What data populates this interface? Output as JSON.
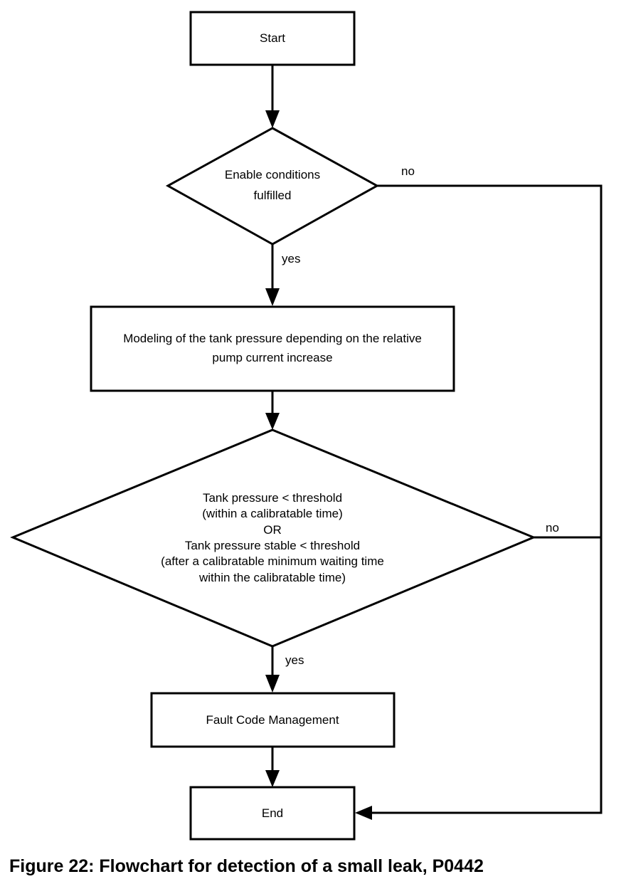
{
  "nodes": {
    "start": {
      "lines": [
        "Start"
      ]
    },
    "enable_conditions": {
      "lines": [
        "Enable conditions",
        "fulfilled"
      ]
    },
    "modeling": {
      "lines": [
        "Modeling of the tank pressure depending on the relative",
        "pump current increase"
      ]
    },
    "tank_pressure_check": {
      "lines": [
        "Tank pressure <  threshold",
        "(within a calibratable time)",
        "OR",
        "Tank pressure stable < threshold",
        "(after a calibratable minimum waiting time",
        "within the calibratable time)"
      ]
    },
    "fault_code": {
      "lines": [
        "Fault Code Management"
      ]
    },
    "end": {
      "lines": [
        "End"
      ]
    }
  },
  "edges": {
    "enable_yes": "yes",
    "enable_no": "no",
    "check_yes": "yes",
    "check_no": "no"
  },
  "caption": "Figure 22: Flowchart for detection of a small leak, P0442"
}
